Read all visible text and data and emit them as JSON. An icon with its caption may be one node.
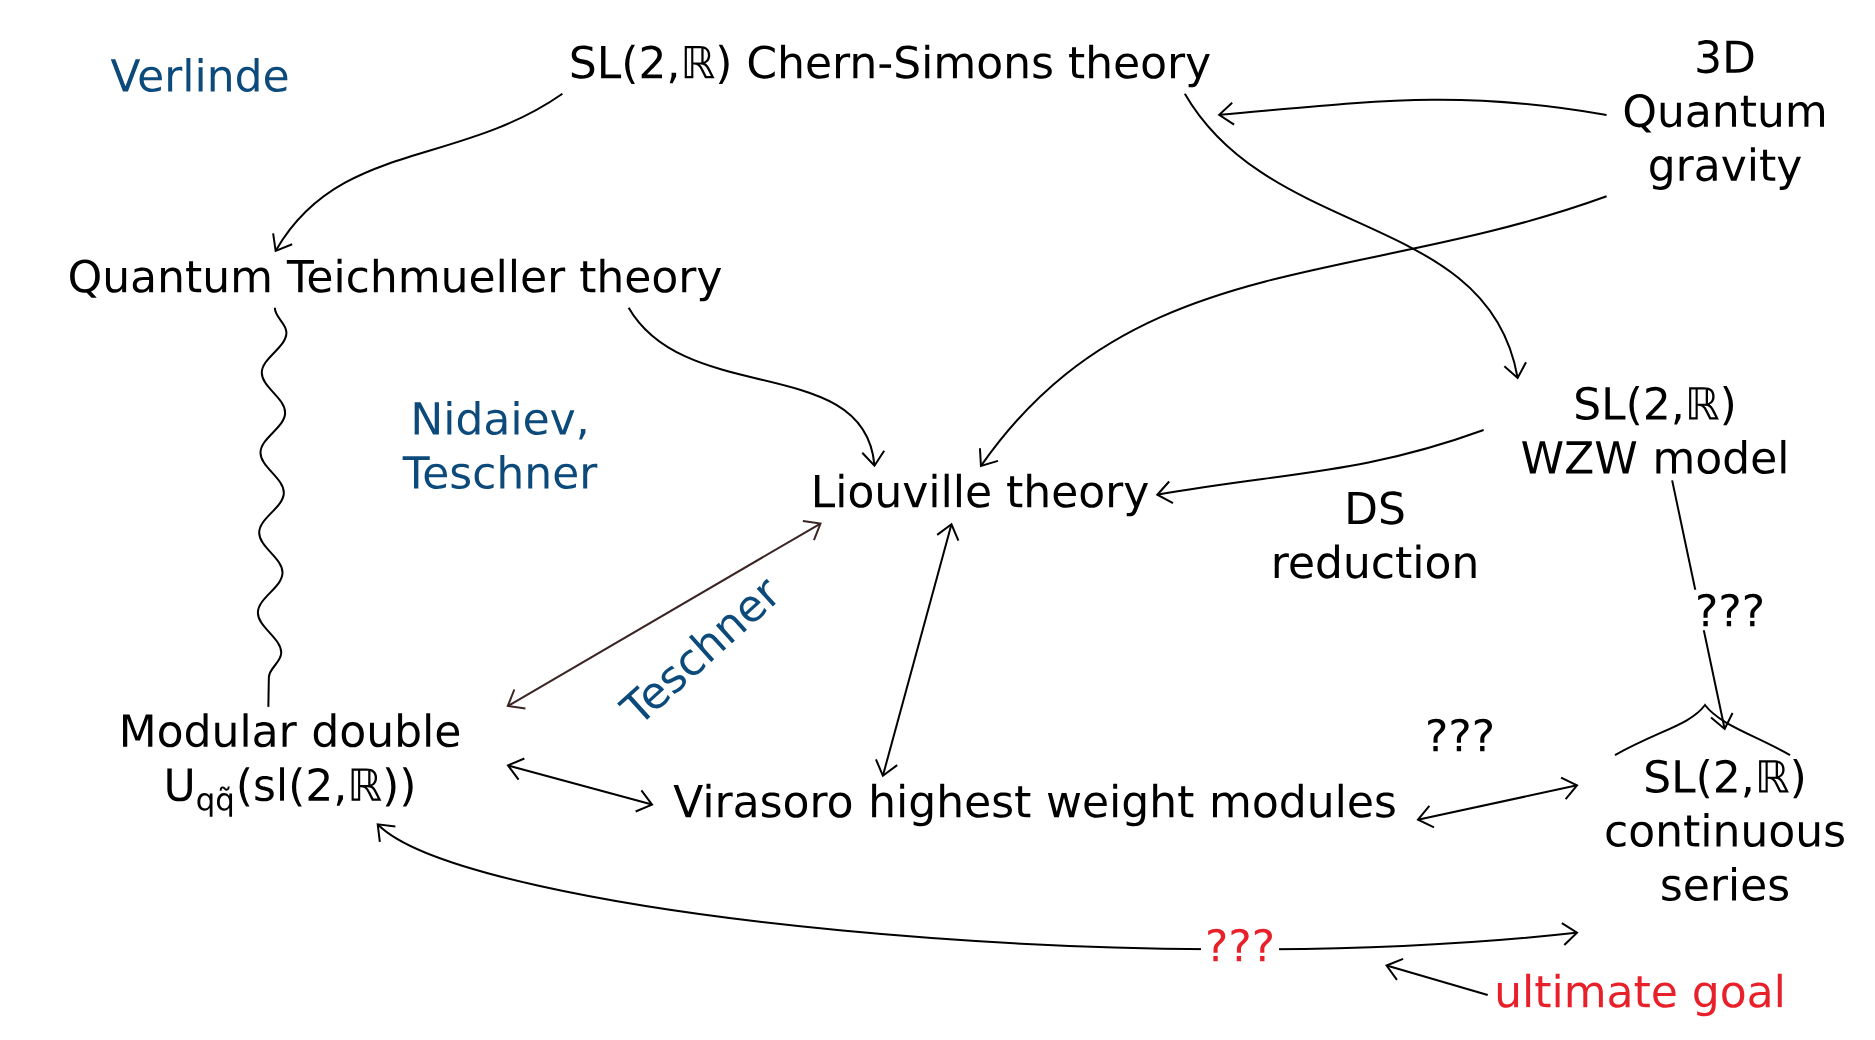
{
  "diagram": {
    "nodes": [
      {
        "text": [
          "SL(2,ℝ) Chern-Simons theory"
        ]
      },
      {
        "text": [
          "3D Quantum gravity"
        ]
      },
      {
        "text": [
          "Quantum Teichmueller theory"
        ]
      },
      {
        "text": [
          "Liouville theory"
        ]
      },
      {
        "text": [
          "SL(2,ℝ) WZW model"
        ]
      },
      {
        "text": [
          "Modular double",
          "U$_{qq̃}$(sl(2,ℝ))"
        ]
      },
      {
        "text": [
          "Virasoro highest weight modules"
        ]
      },
      {
        "text": [
          "SL(2,ℝ) continuous series"
        ]
      },
      {
        "text": [
          "ultimate goal"
        ]
      }
    ],
    "edges": [
      {
        "from": 0,
        "to": 2,
        "arrow": "to"
      },
      {
        "from": 1,
        "to": 0,
        "arrow": "to"
      },
      {
        "from": 0,
        "to": 4,
        "arrow": "to"
      },
      {
        "from": 1,
        "to": 3,
        "arrow": "to"
      },
      {
        "from": 2,
        "to": 3,
        "arrow": "to"
      },
      {
        "from": 4,
        "to": 3,
        "arrow": "to",
        "label": "DS reduction"
      },
      {
        "from": 2,
        "to": 5,
        "arrow": "none",
        "label": "Nidaiev, Teschner"
      },
      {
        "from": 5,
        "to": 3,
        "arrow": "both",
        "label": "Teschner",
        "color": "#3b2424"
      },
      {
        "from": 5,
        "to": 6,
        "arrow": "both"
      },
      {
        "from": 3,
        "to": 6,
        "arrow": "both"
      },
      {
        "from": 4,
        "to": 7,
        "arrow": "to",
        "label": "???"
      },
      {
        "from": 6,
        "to": 7,
        "arrow": "both",
        "label": "???"
      },
      {
        "from": 5,
        "to": 7,
        "arrow": "both",
        "label": "???"
      },
      {
        "from": 8,
        "to": null,
        "arrow": "to"
      }
    ],
    "labels": [
      "Verlinde"
    ]
  }
}
